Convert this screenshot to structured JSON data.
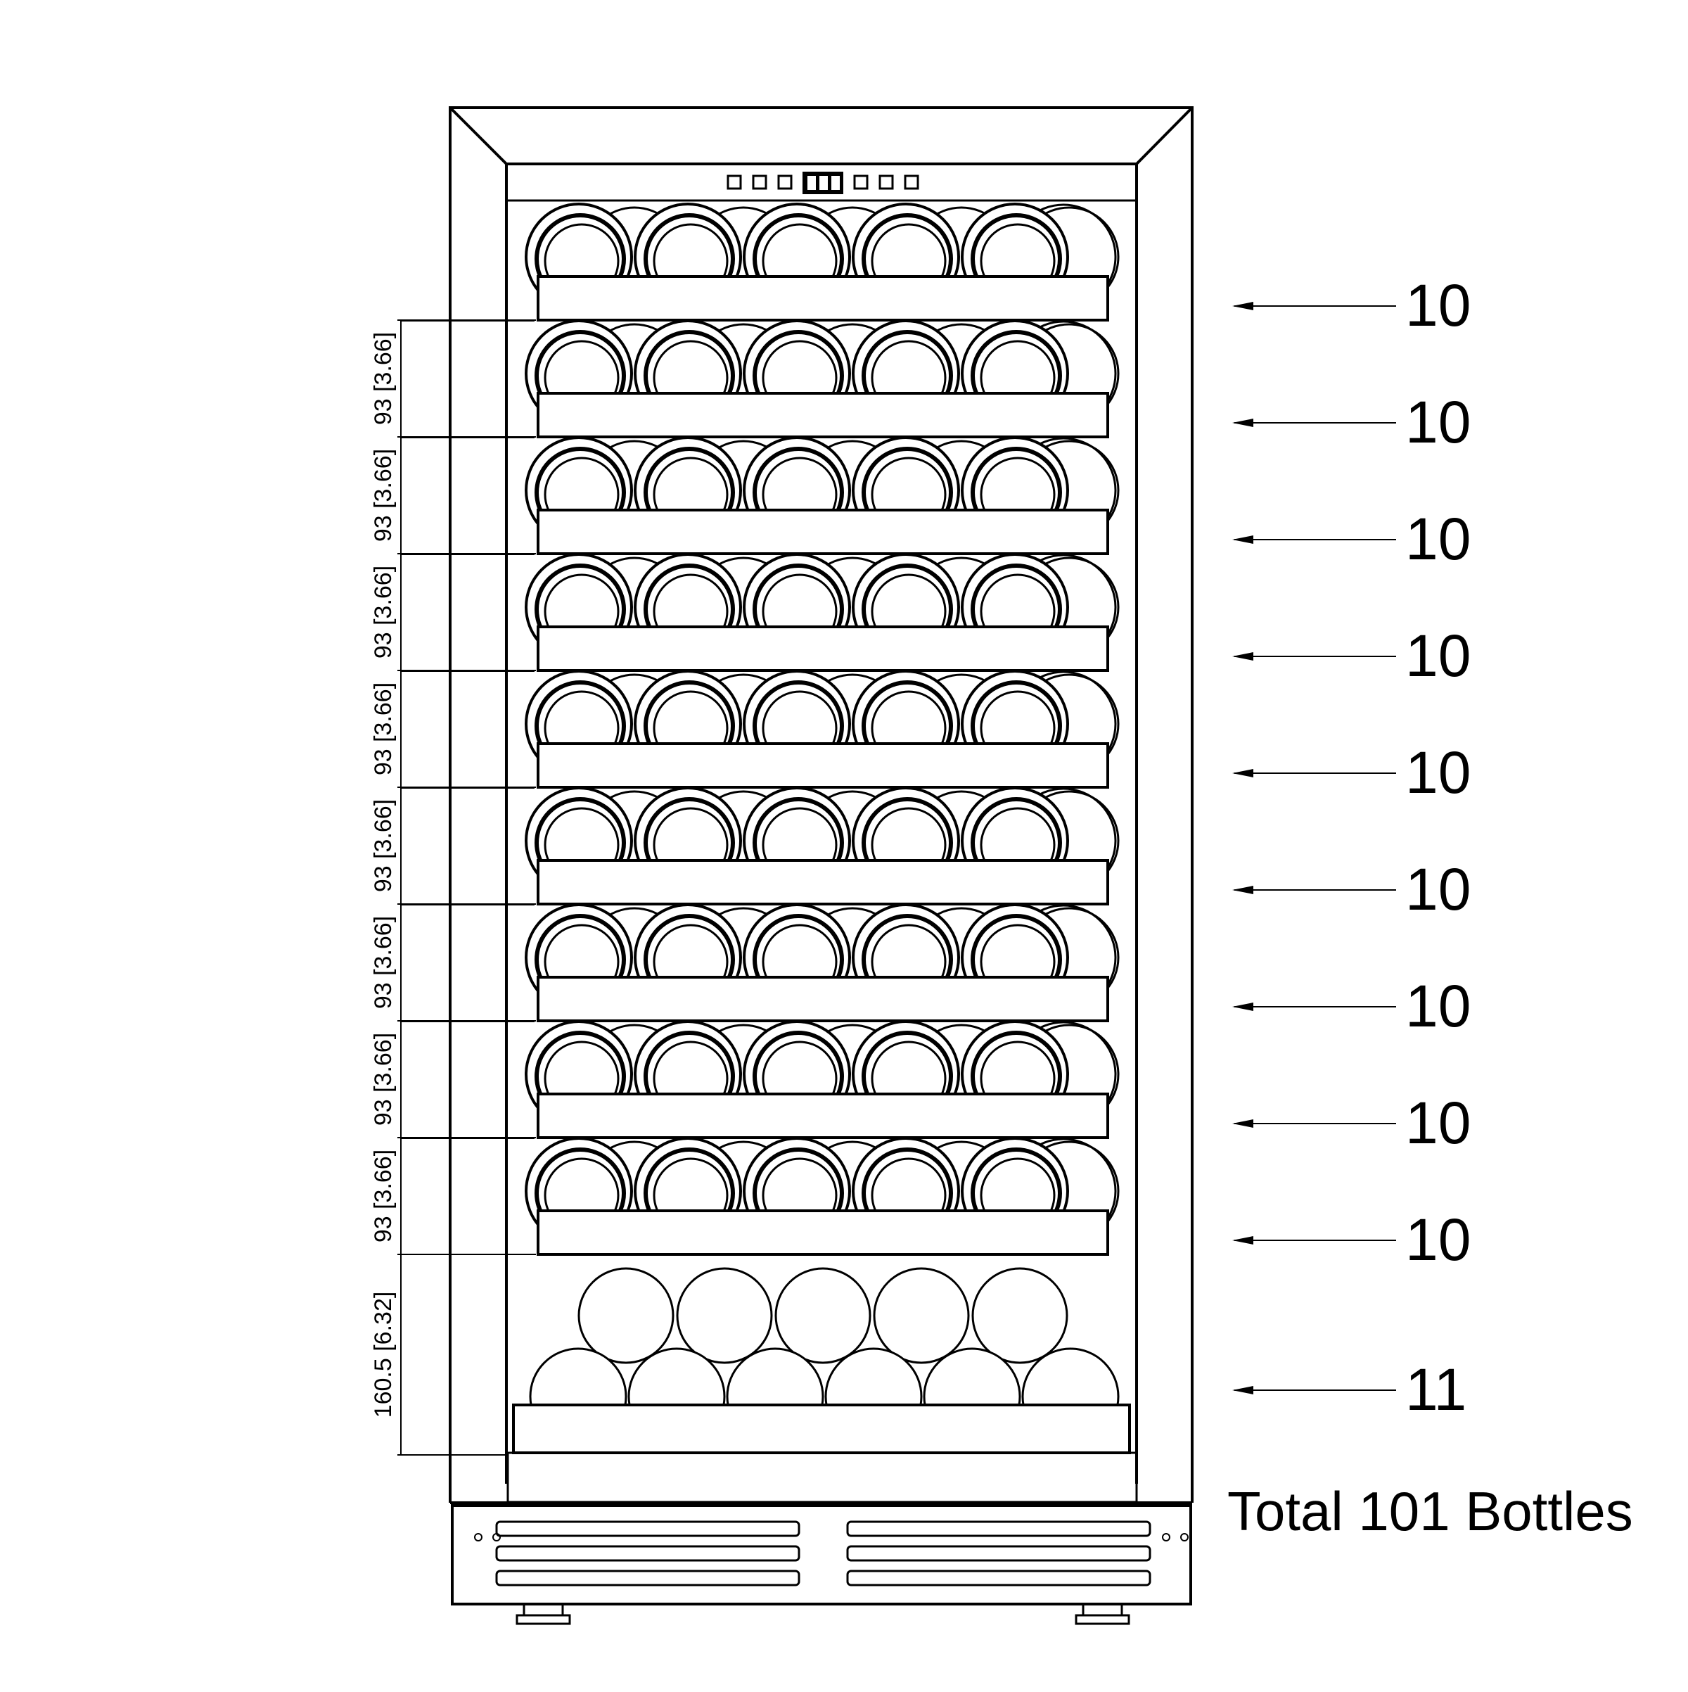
{
  "diagram": {
    "shelves": [
      {
        "capacity": "10",
        "spacing_label": ""
      },
      {
        "capacity": "10",
        "spacing_label": "93 [3.66]"
      },
      {
        "capacity": "10",
        "spacing_label": "93 [3.66]"
      },
      {
        "capacity": "10",
        "spacing_label": "93 [3.66]"
      },
      {
        "capacity": "10",
        "spacing_label": "93 [3.66]"
      },
      {
        "capacity": "10",
        "spacing_label": "93 [3.66]"
      },
      {
        "capacity": "10",
        "spacing_label": "93 [3.66]"
      },
      {
        "capacity": "10",
        "spacing_label": "93 [3.66]"
      },
      {
        "capacity": "10",
        "spacing_label": "93 [3.66]"
      }
    ],
    "bottom_section": {
      "capacity": "11",
      "spacing_label": "160.5 [6.32]"
    },
    "total_label": "Total 101 Bottles",
    "colors": {
      "line": "#000000",
      "background": "#ffffff"
    }
  }
}
